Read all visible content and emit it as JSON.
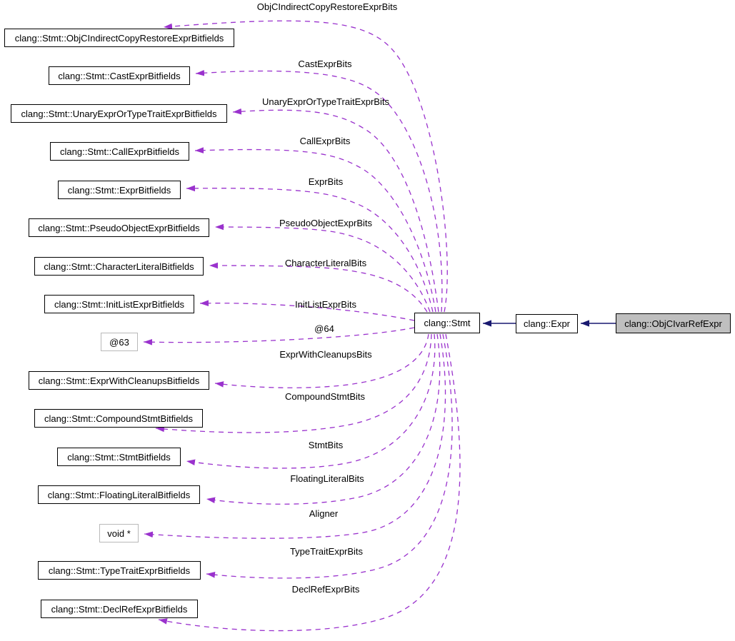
{
  "diagram_type": "collaboration-graph",
  "colors": {
    "usage_edge": "#9a32cd",
    "inheritance_edge": "#191970",
    "node_border": "#000000",
    "plain_node_border": "#b9b9b9",
    "node_fill": "#ffffff",
    "highlight_node_fill": "#bfbfbf"
  },
  "nodes": {
    "left": [
      {
        "label": "clang::Stmt::ObjCIndirectCopyRestoreExprBitfields"
      },
      {
        "label": "clang::Stmt::CastExprBitfields"
      },
      {
        "label": "clang::Stmt::UnaryExprOrTypeTraitExprBitfields"
      },
      {
        "label": "clang::Stmt::CallExprBitfields"
      },
      {
        "label": "clang::Stmt::ExprBitfields"
      },
      {
        "label": "clang::Stmt::PseudoObjectExprBitfields"
      },
      {
        "label": "clang::Stmt::CharacterLiteralBitfields"
      },
      {
        "label": "clang::Stmt::InitListExprBitfields"
      },
      {
        "label": "@63"
      },
      {
        "label": "clang::Stmt::ExprWithCleanupsBitfields"
      },
      {
        "label": "clang::Stmt::CompoundStmtBitfields"
      },
      {
        "label": "clang::Stmt::StmtBitfields"
      },
      {
        "label": "clang::Stmt::FloatingLiteralBitfields"
      },
      {
        "label": "void *"
      },
      {
        "label": "clang::Stmt::TypeTraitExprBitfields"
      },
      {
        "label": "clang::Stmt::DeclRefExprBitfields"
      }
    ],
    "stmt": {
      "label": "clang::Stmt"
    },
    "expr": {
      "label": "clang::Expr"
    },
    "main": {
      "label": "clang::ObjCIvarRefExpr"
    }
  },
  "edge_labels": [
    "ObjCIndirectCopyRestoreExprBits",
    "CastExprBits",
    "UnaryExprOrTypeTraitExprBits",
    "CallExprBits",
    "ExprBits",
    "PseudoObjectExprBits",
    "CharacterLiteralBits",
    "InitListExprBits",
    "@64",
    "ExprWithCleanupsBits",
    "CompoundStmtBits",
    "StmtBits",
    "FloatingLiteralBits",
    "Aligner",
    "TypeTraitExprBits",
    "DeclRefExprBits"
  ]
}
